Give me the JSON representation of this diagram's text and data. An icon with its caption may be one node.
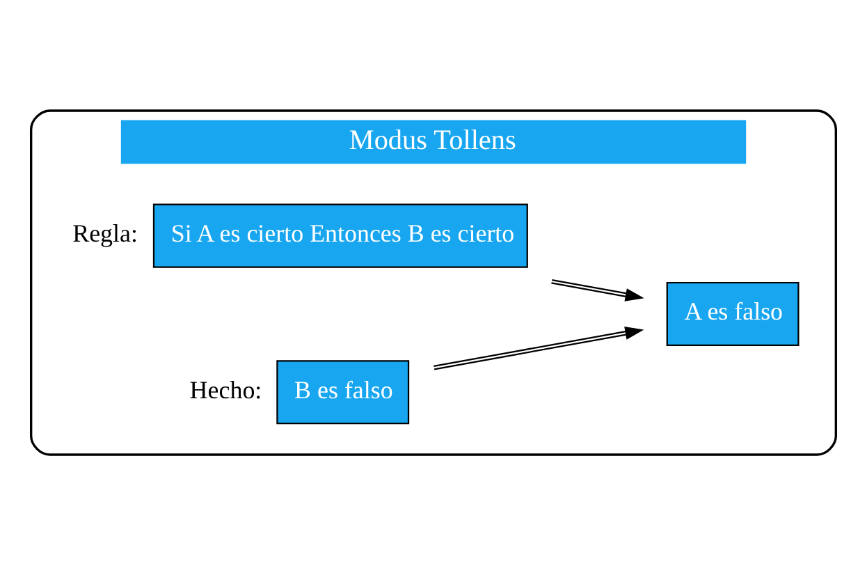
{
  "diagram": {
    "nodes": [
      {
        "text": [
          "Modus Tollens"
        ]
      },
      {
        "text": [
          "Si A es cierto Entonces B es cierto"
        ],
        "in": 0,
        "beside": [
          "Regla:"
        ]
      },
      {
        "text": [
          "B es falso"
        ],
        "in": 0,
        "beside": [
          "Hecho:"
        ]
      },
      {
        "text": [
          "A es falso"
        ],
        "in": 0
      }
    ],
    "edges": [
      {
        "from": 1,
        "to": 3,
        "arrow": "to"
      },
      {
        "from": 2,
        "to": 3,
        "arrow": "to"
      }
    ]
  }
}
